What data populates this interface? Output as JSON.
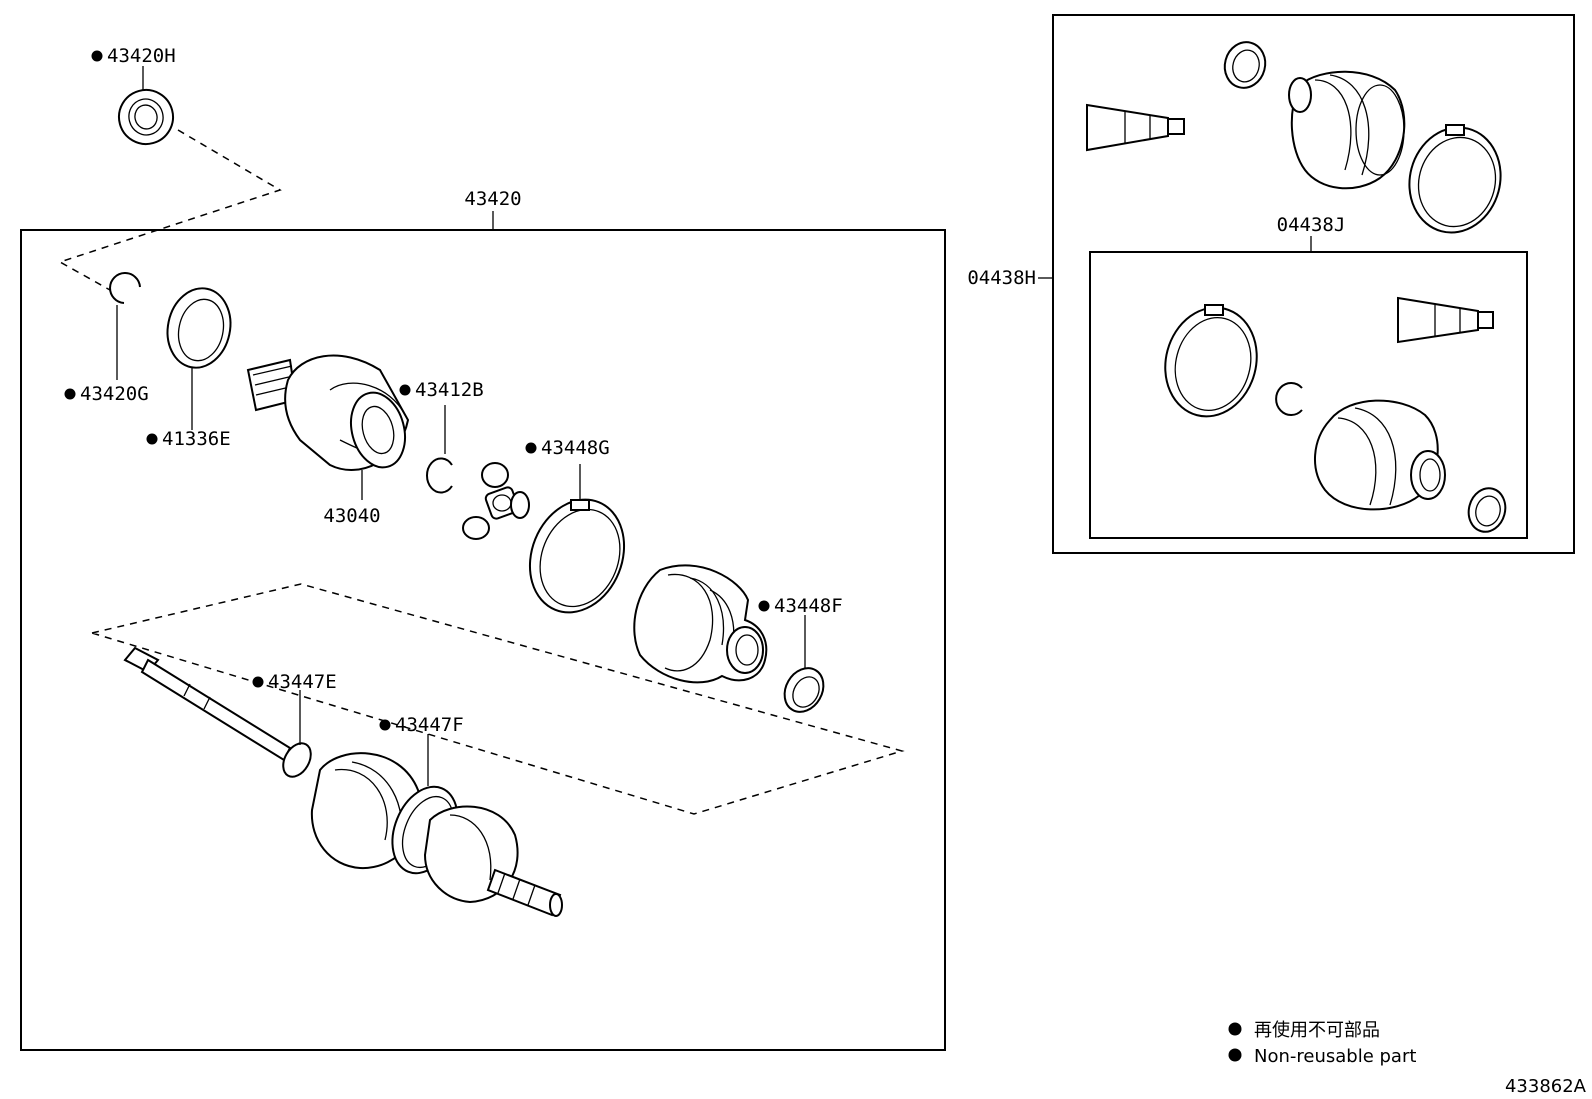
{
  "main_assembly": {
    "part_number": "43420",
    "parts": {
      "p43420H": "43420H",
      "p43420G": "43420G",
      "p41336E": "41336E",
      "p43412B": "43412B",
      "p43040": "43040",
      "p43448G": "43448G",
      "p43448F": "43448F",
      "p43447E": "43447E",
      "p43447F": "43447F"
    }
  },
  "boot_kit": {
    "outer_number": "04438H",
    "inner_number": "04438J"
  },
  "legend": {
    "symbol": "●",
    "japanese": "再使用不可部品",
    "english": "Non-reusable part"
  },
  "diagram_id": "433862A",
  "colors": {
    "ink": "#000000",
    "background": "#ffffff"
  }
}
